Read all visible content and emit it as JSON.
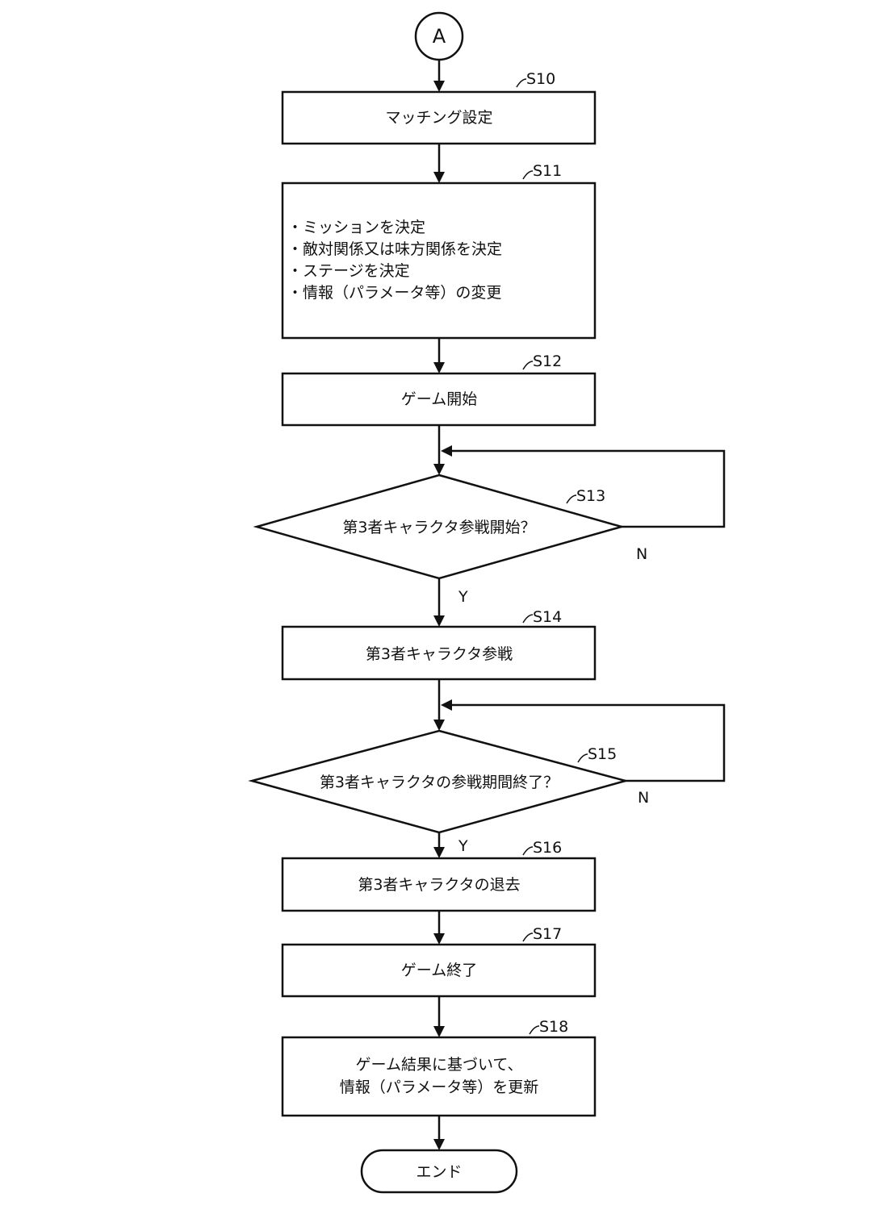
{
  "connector": "A",
  "steps": {
    "s10": {
      "id": "S10",
      "text": "マッチング設定"
    },
    "s11": {
      "id": "S11",
      "lines": [
        "・ミッションを決定",
        "・敵対関係又は味方関係を決定",
        "・ステージを決定",
        "・情報（パラメータ等）の変更"
      ]
    },
    "s12": {
      "id": "S12",
      "text": "ゲーム開始"
    },
    "s13": {
      "id": "S13",
      "text": "第3者キャラクタ参戦開始？",
      "yes": "Y",
      "no": "N"
    },
    "s14": {
      "id": "S14",
      "text": "第3者キャラクタ参戦"
    },
    "s15": {
      "id": "S15",
      "text": "第3者キャラクタの参戦期間終了？",
      "yes": "Y",
      "no": "N"
    },
    "s16": {
      "id": "S16",
      "text": "第3者キャラクタの退去"
    },
    "s17": {
      "id": "S17",
      "text": "ゲーム終了"
    },
    "s18": {
      "id": "S18",
      "lines": [
        "ゲーム結果に基づいて、",
        "情報（パラメータ等）を更新"
      ]
    }
  },
  "end": "エンド"
}
